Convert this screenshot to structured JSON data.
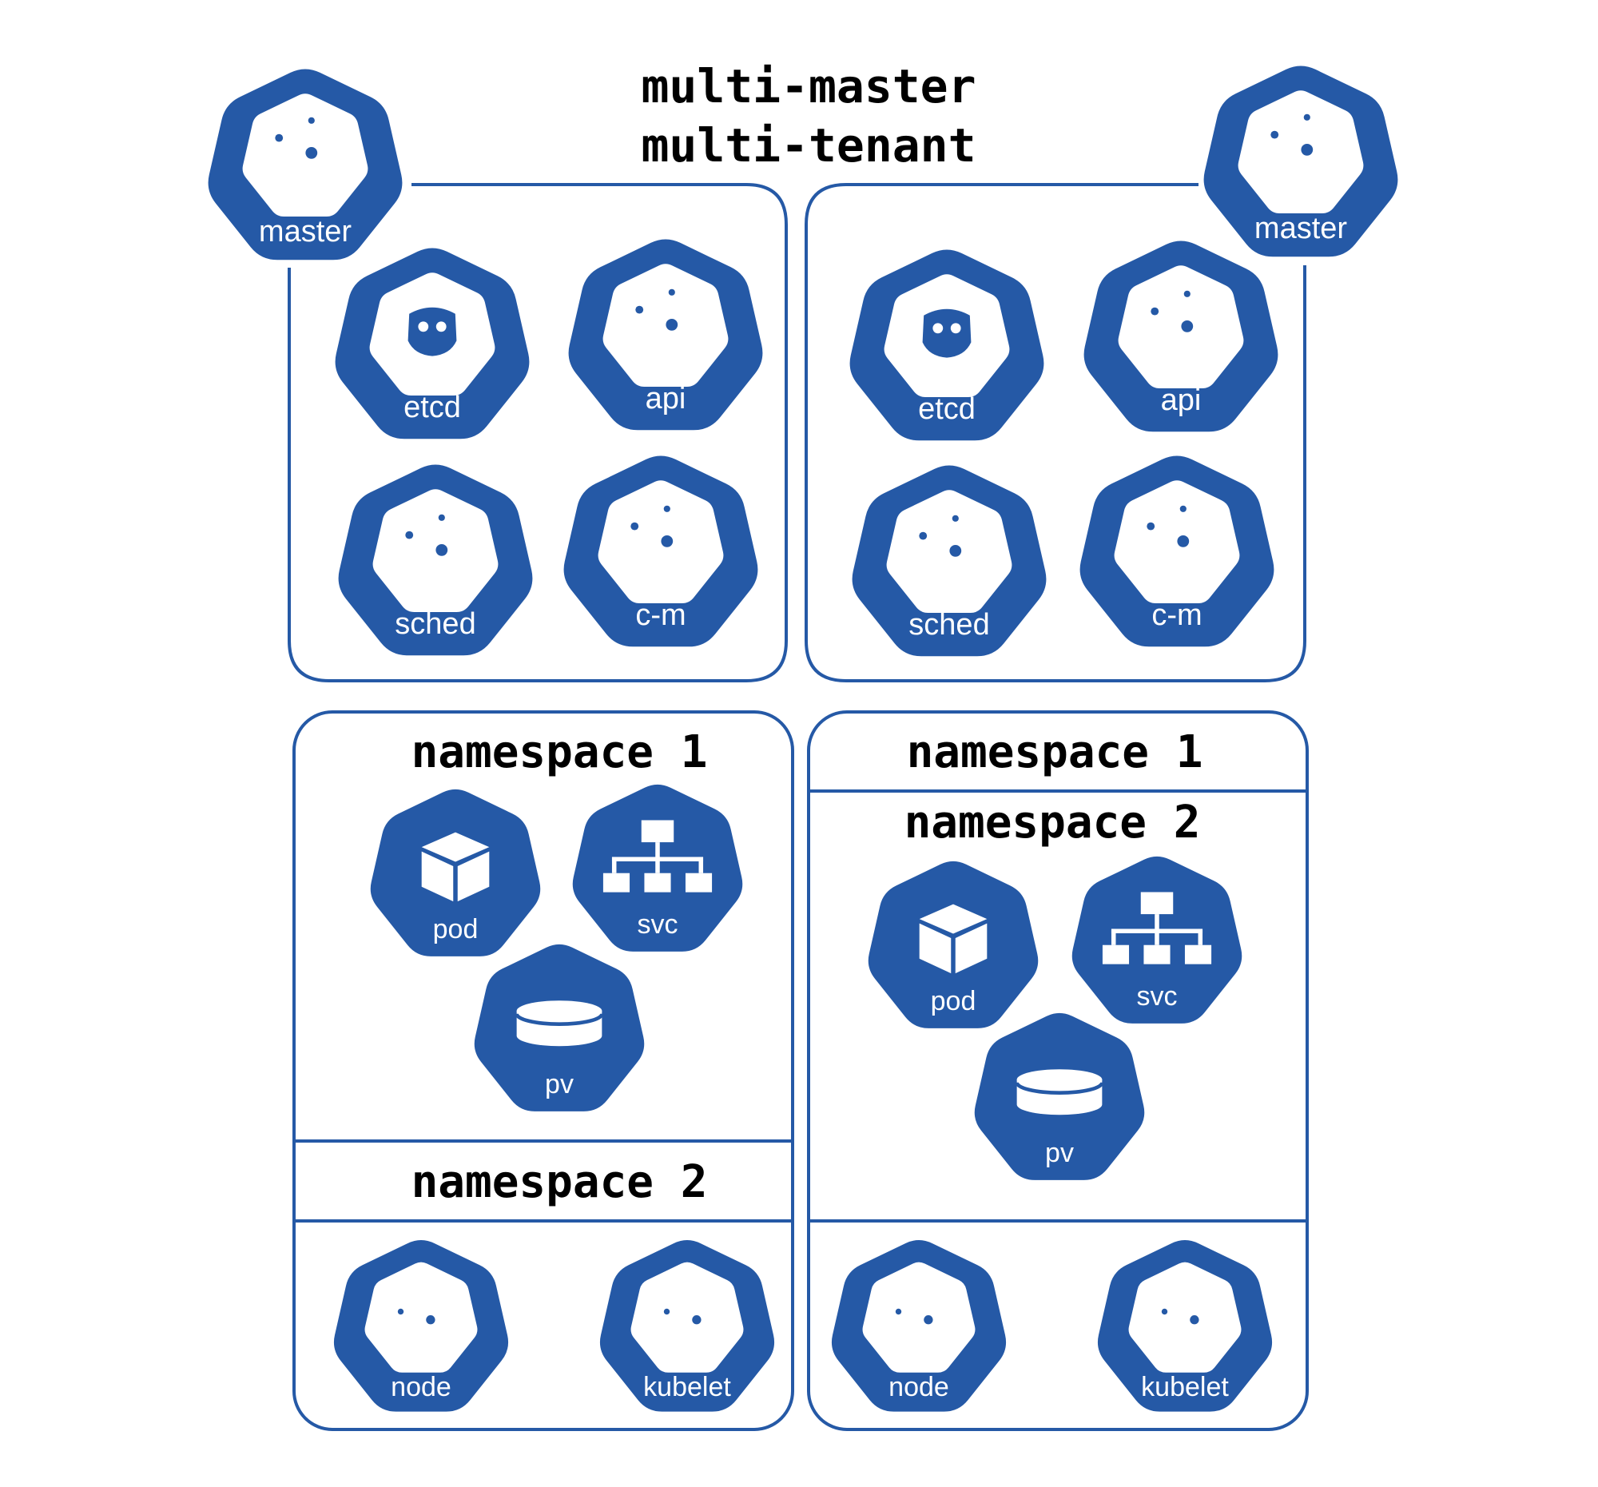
{
  "title": {
    "line1": "multi-master",
    "line2": "multi-tenant"
  },
  "colors": {
    "brand": "#2559a6",
    "stroke": "#2559a6",
    "icon_fill": "#ffffff",
    "text_dark": "#000000"
  },
  "masters": {
    "left": {
      "label": "master",
      "icon": "gears-icon"
    },
    "right": {
      "label": "master",
      "icon": "gears-icon"
    }
  },
  "control_plane": {
    "left": [
      {
        "label": "etcd",
        "icon": "etcd-icon"
      },
      {
        "label": "api",
        "icon": "gears-icon"
      },
      {
        "label": "sched",
        "icon": "gears-icon"
      },
      {
        "label": "c-m",
        "icon": "gears-icon"
      }
    ],
    "right": [
      {
        "label": "etcd",
        "icon": "etcd-icon"
      },
      {
        "label": "api",
        "icon": "gears-icon"
      },
      {
        "label": "sched",
        "icon": "gears-icon"
      },
      {
        "label": "c-m",
        "icon": "gears-icon"
      }
    ]
  },
  "tenants": {
    "left": {
      "namespace_top": "namespace 1",
      "namespace_bottom": "namespace 2",
      "resources": [
        {
          "label": "pod",
          "icon": "cube-icon"
        },
        {
          "label": "svc",
          "icon": "hierarchy-icon"
        },
        {
          "label": "pv",
          "icon": "cylinder-icon"
        }
      ],
      "nodes": [
        {
          "label": "node",
          "icon": "node-icon"
        },
        {
          "label": "kubelet",
          "icon": "node-icon"
        }
      ]
    },
    "right": {
      "namespace_top": "namespace 1",
      "namespace_bottom": "namespace 2",
      "resources": [
        {
          "label": "pod",
          "icon": "cube-icon"
        },
        {
          "label": "svc",
          "icon": "hierarchy-icon"
        },
        {
          "label": "pv",
          "icon": "cylinder-icon"
        }
      ],
      "nodes": [
        {
          "label": "node",
          "icon": "node-icon"
        },
        {
          "label": "kubelet",
          "icon": "node-icon"
        }
      ]
    }
  }
}
